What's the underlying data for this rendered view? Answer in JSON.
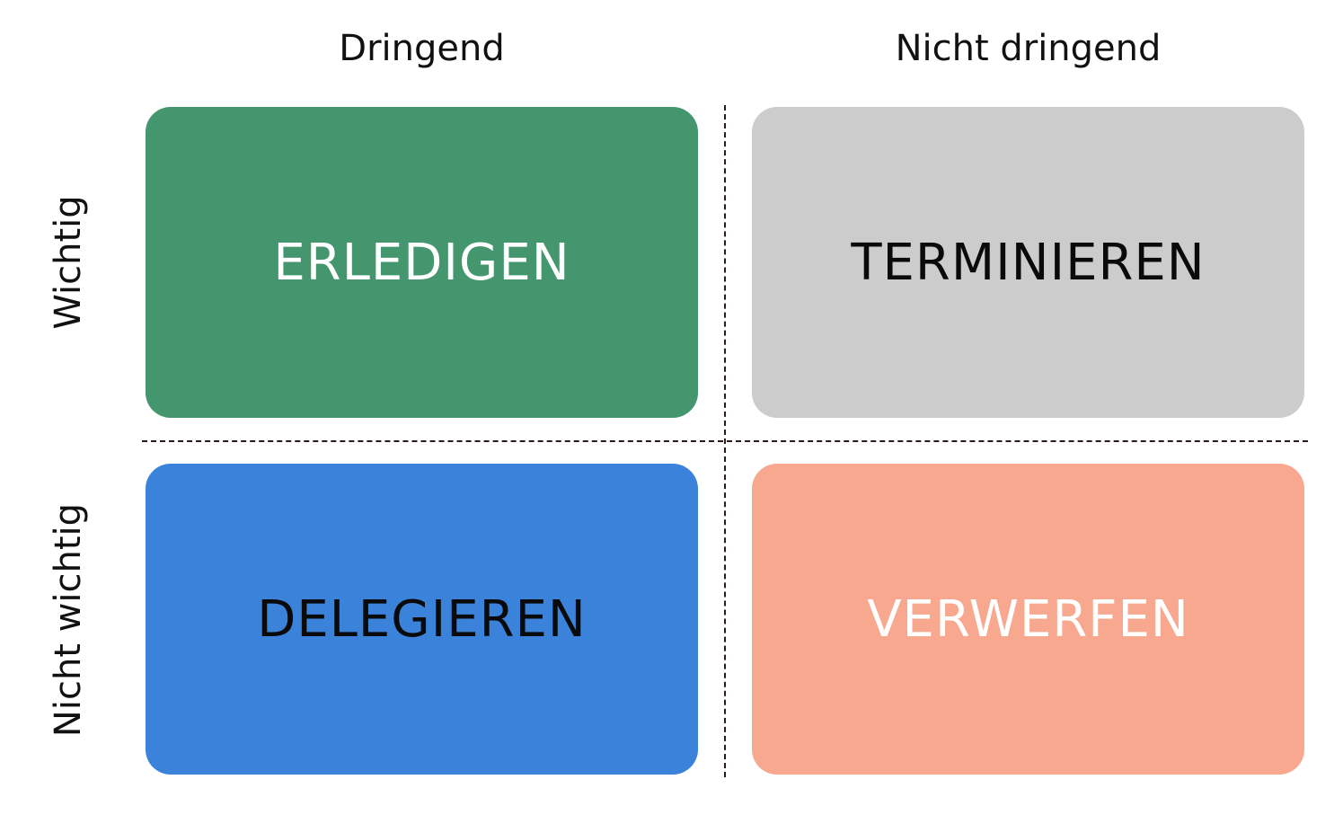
{
  "columns": {
    "urgent": "Dringend",
    "not_urgent": "Nicht dringend"
  },
  "rows": {
    "important": "Wichtig",
    "not_important": "Nicht wichtig"
  },
  "quadrants": {
    "do": {
      "label": "ERLEDIGEN",
      "color": "#43966d",
      "text_color": "#ffffff"
    },
    "schedule": {
      "label": "TERMINIEREN",
      "color": "#cccccc",
      "text_color": "#0a0a0a"
    },
    "delegate": {
      "label": "DELEGIEREN",
      "color": "#3b82db",
      "text_color": "#0a0a0a"
    },
    "eliminate": {
      "label": "VERWERFEN",
      "color": "#f7a88e",
      "text_color": "#ffffff"
    }
  }
}
